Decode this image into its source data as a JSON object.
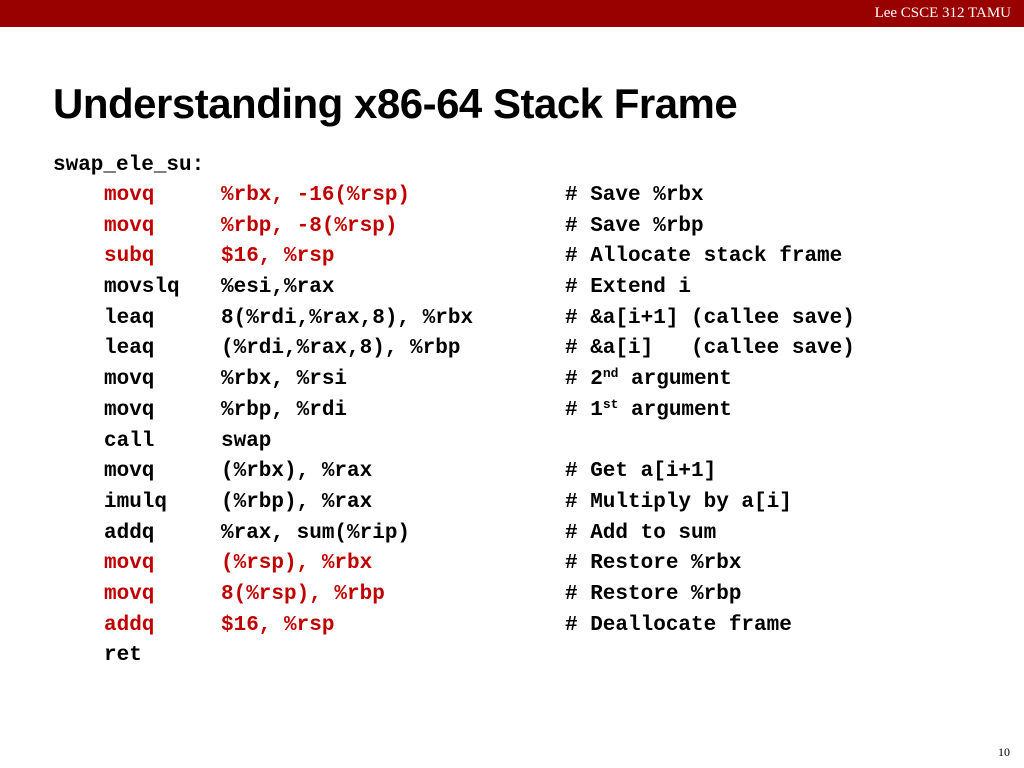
{
  "header": {
    "course": "Lee CSCE 312 TAMU"
  },
  "slide": {
    "title": "Understanding x86-64 Stack Frame",
    "page_number": "10"
  },
  "code": {
    "label": "swap_ele_su:",
    "lines": [
      {
        "op": "movq",
        "args": "%rbx, -16(%rsp)",
        "comment": "# Save %rbx",
        "color": "#c00000"
      },
      {
        "op": "movq",
        "args": "%rbp, -8(%rsp)",
        "comment": "# Save %rbp",
        "color": "#c00000"
      },
      {
        "op": "subq",
        "args": "$16, %rsp",
        "comment": "# Allocate stack frame",
        "color": "#c00000"
      },
      {
        "op": "movslq",
        "args": "%esi,%rax",
        "comment": "# Extend i",
        "color": "#000000"
      },
      {
        "op": "leaq",
        "args": "8(%rdi,%rax,8), %rbx",
        "comment": "# &a[i+1] (callee save)",
        "color": "#000000"
      },
      {
        "op": "leaq",
        "args": "(%rdi,%rax,8), %rbp",
        "comment": "# &a[i]   (callee save)",
        "color": "#000000"
      },
      {
        "op": "movq",
        "args": "%rbx, %rsi",
        "comment": "# 2",
        "comment_sup": "nd",
        "comment_after": " argument",
        "color": "#000000"
      },
      {
        "op": "movq",
        "args": "%rbp, %rdi",
        "comment": "# 1",
        "comment_sup": "st",
        "comment_after": " argument",
        "color": "#000000"
      },
      {
        "op": "call",
        "args": "swap",
        "comment": "",
        "color": "#000000"
      },
      {
        "op": "movq",
        "args": "(%rbx), %rax",
        "comment": "# Get a[i+1]",
        "color": "#000000"
      },
      {
        "op": "imulq",
        "args": "(%rbp), %rax",
        "comment": "# Multiply by a[i]",
        "color": "#000000"
      },
      {
        "op": "addq",
        "args": "%rax, sum(%rip)",
        "comment": "# Add to sum",
        "color": "#000000"
      },
      {
        "op": "movq",
        "args": "(%rsp), %rbx",
        "comment": "# Restore %rbx",
        "color": "#c00000"
      },
      {
        "op": "movq",
        "args": "8(%rsp), %rbp",
        "comment": "# Restore %rbp",
        "color": "#c00000"
      },
      {
        "op": "addq",
        "args": "$16, %rsp",
        "comment": "# Deallocate frame",
        "color": "#c00000"
      },
      {
        "op": "ret",
        "args": "",
        "comment": "",
        "color": "#000000"
      }
    ]
  },
  "colors": {
    "header_bar": "#990000",
    "highlight_code": "#c00000",
    "normal_code": "#000000"
  }
}
